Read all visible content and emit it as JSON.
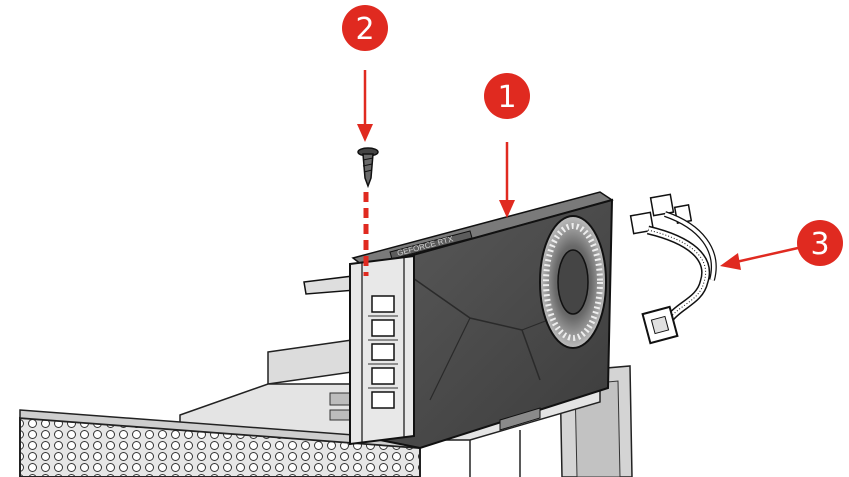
{
  "colors": {
    "callout": "#e02a20",
    "callout_text": "#ffffff",
    "ink": "#1a1a1a",
    "card_body": "#4a4a4a",
    "card_top": "#6b6b6b",
    "chassis": "#d9d9d9"
  },
  "callouts": [
    {
      "id": "1",
      "label": "1",
      "target": "graphics-card"
    },
    {
      "id": "2",
      "label": "2",
      "target": "bracket-screw"
    },
    {
      "id": "3",
      "label": "3",
      "target": "power-cable"
    }
  ],
  "parts": {
    "card_label": "GEFORCE RTX"
  }
}
